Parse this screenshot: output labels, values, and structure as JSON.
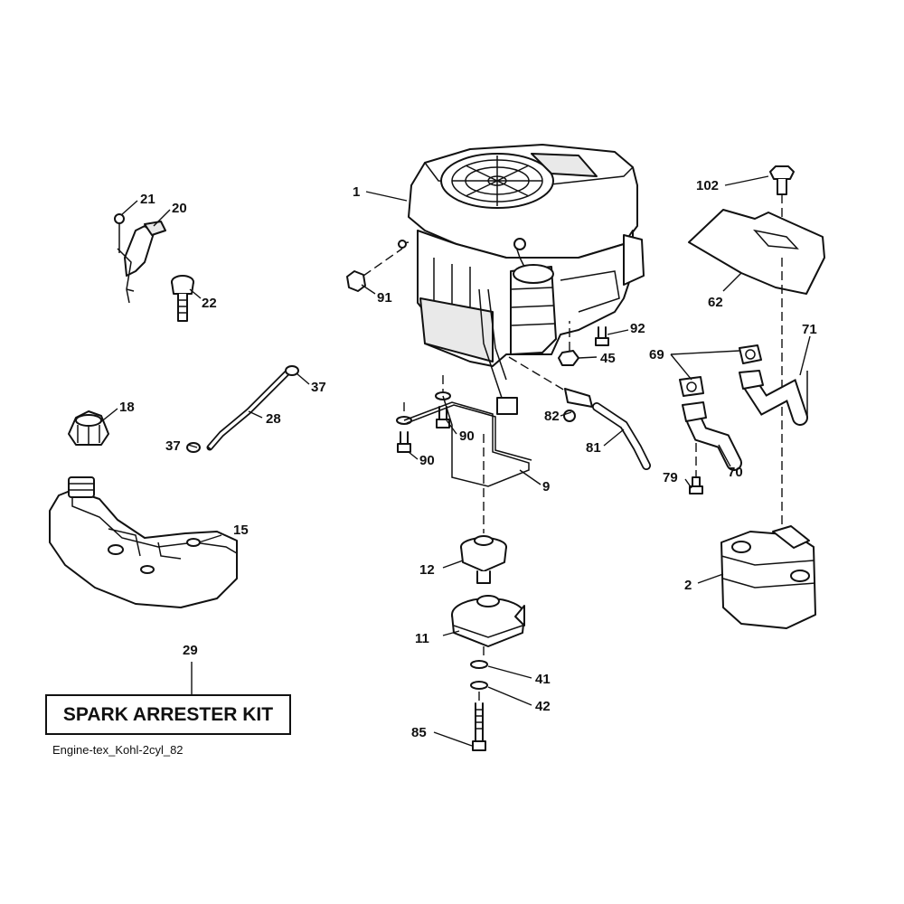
{
  "diagram": {
    "labels": {
      "p1": "1",
      "p2": "2",
      "p9": "9",
      "p11": "11",
      "p12": "12",
      "p15": "15",
      "p18": "18",
      "p20": "20",
      "p21": "21",
      "p22": "22",
      "p28": "28",
      "p29": "29",
      "p37a": "37",
      "p37b": "37",
      "p41": "41",
      "p42": "42",
      "p45": "45",
      "p62": "62",
      "p69": "69",
      "p70": "70",
      "p71": "71",
      "p79": "79",
      "p81": "81",
      "p82": "82",
      "p85": "85",
      "p90a": "90",
      "p90b": "90",
      "p91": "91",
      "p92": "92",
      "p102": "102"
    },
    "kit_label": "SPARK ARRESTER KIT",
    "caption": "Engine-tex_Kohl-2cyl_82"
  }
}
